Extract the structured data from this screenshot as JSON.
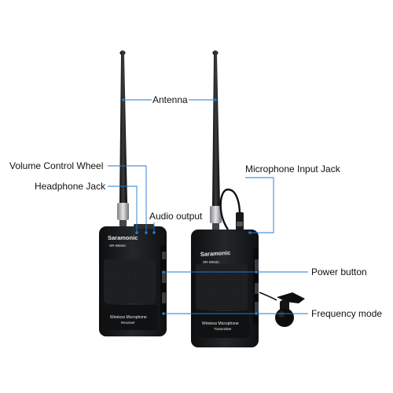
{
  "labels": {
    "antenna": "Antenna",
    "volume_control_wheel": "Volume Control Wheel",
    "headphone_jack": "Headphone Jack",
    "audio_output": "Audio output",
    "microphone_input_jack": "Microphone Input Jack",
    "power_button": "Power button",
    "frequency_mode": "Frequency mode"
  },
  "receiver": {
    "brand": "Saramonic",
    "model": "SR-WM4C",
    "footer_line1": "Wireless Microphone",
    "footer_line2": "Receiver"
  },
  "transmitter": {
    "brand": "Saramonic",
    "model": "SR-WM4C",
    "footer_line1": "Wireless Microphone",
    "footer_line2": "Transmitter"
  },
  "colors": {
    "callout_line": "#1f7bd0",
    "callout_dot": "#1f7bd0",
    "device_body": "#17191b",
    "label_text": "#111111"
  }
}
